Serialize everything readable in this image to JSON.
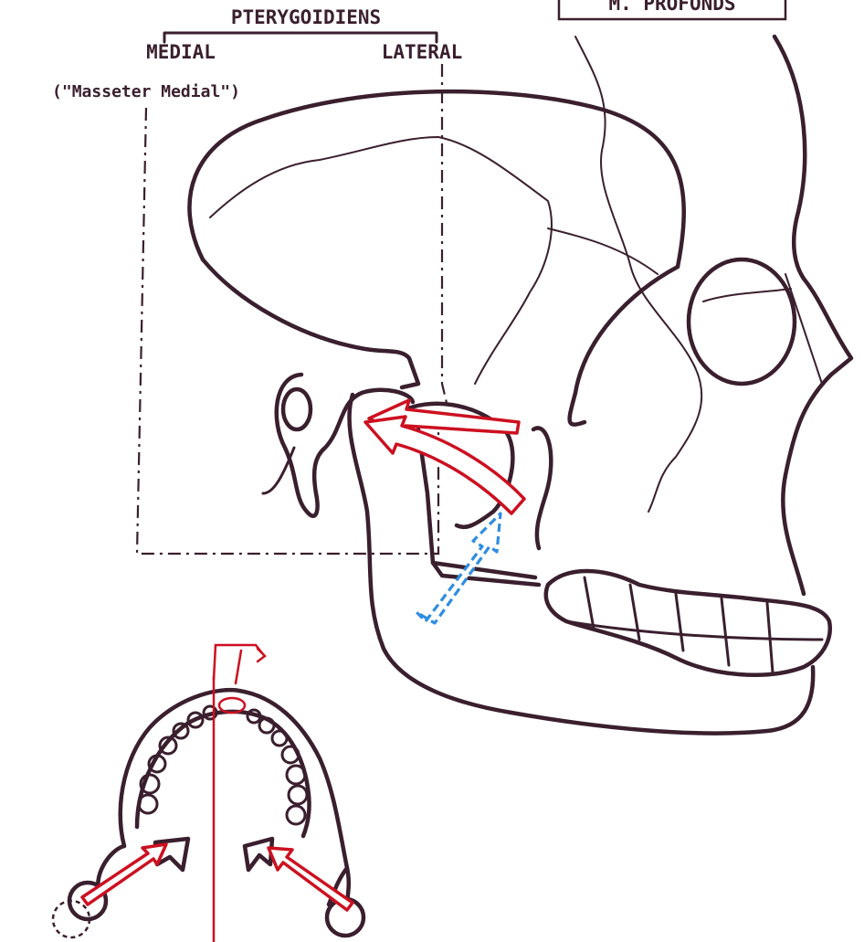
{
  "labels": {
    "group": "PTERYGOIDIENS",
    "medial": "MEDIAL",
    "lateral": "LATERAL",
    "medial_alt": "(\"Masseter Medial\")",
    "box": "M. PROFONDS"
  },
  "colors": {
    "ink": "#3a1f2e",
    "lateral_arrow": "#cc1020",
    "medial_arrow": "#2f8de0"
  }
}
